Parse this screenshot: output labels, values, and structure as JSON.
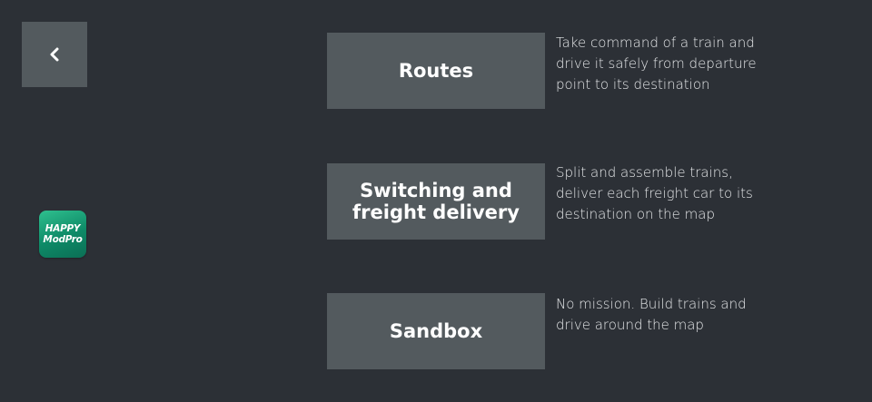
{
  "back_button": {
    "icon": "chevron-left-icon"
  },
  "logo": {
    "line1": "HAPPY",
    "line2": "ModPro",
    "color": "#1aa37a"
  },
  "modes": [
    {
      "label": "Routes",
      "description": "Take command of a train and drive it safely from departure point to its destination"
    },
    {
      "label": "Switching and freight delivery",
      "description": "Split and assemble trains, deliver each freight car to its destination on the map"
    },
    {
      "label": "Sandbox",
      "description": "No mission. Build trains and drive around the map"
    }
  ],
  "colors": {
    "background": "#2c3036",
    "button": "#535a5e",
    "text": "#ffffff"
  }
}
